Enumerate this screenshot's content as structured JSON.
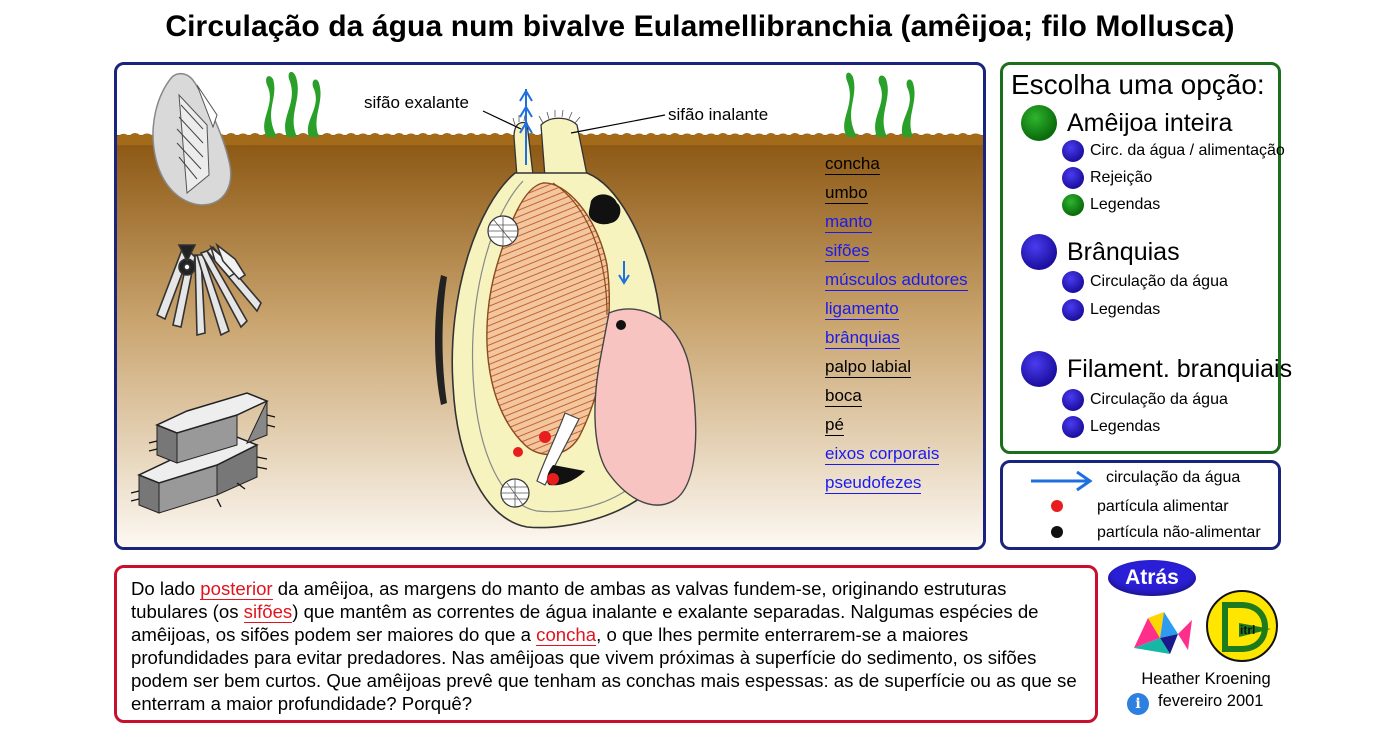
{
  "title": "Circulação da água num bivalve Eulamellibranchia (amêijoa; filo Mollusca)",
  "diagram": {
    "labels": {
      "exalant_siphon": "sifão exalante",
      "inhalant_siphon": "sifão inalante"
    },
    "structure_list": [
      {
        "label": "concha",
        "link": false
      },
      {
        "label": "umbo",
        "link": false
      },
      {
        "label": "manto",
        "link": true
      },
      {
        "label": "sifões",
        "link": true
      },
      {
        "label": "músculos adutores",
        "link": true
      },
      {
        "label": "ligamento",
        "link": true
      },
      {
        "label": "brânquias",
        "link": true
      },
      {
        "label": "palpo labial",
        "link": false
      },
      {
        "label": "boca",
        "link": false
      },
      {
        "label": "pé",
        "link": false
      },
      {
        "label": "eixos corporais",
        "link": true
      },
      {
        "label": "pseudofezes",
        "link": true
      }
    ],
    "colors": {
      "sediment": "#9a6215",
      "shell": "#f6f3bf",
      "foot": "#f7c4c2",
      "gill": "#f2c49c",
      "water_arrow": "#1e6fe0"
    }
  },
  "options": {
    "heading": "Escolha uma opção:",
    "groups": [
      {
        "label": "Amêijoa inteira",
        "color": "green",
        "items": [
          {
            "label": "Circ. da água / alimentação",
            "color": "blue"
          },
          {
            "label": "Rejeição",
            "color": "blue"
          },
          {
            "label": "Legendas",
            "color": "green"
          }
        ]
      },
      {
        "label": "Brânquias",
        "color": "blue",
        "items": [
          {
            "label": "Circulação da água",
            "color": "blue"
          },
          {
            "label": "Legendas",
            "color": "blue"
          }
        ]
      },
      {
        "label": "Filament. branquiais",
        "color": "blue",
        "items": [
          {
            "label": "Circulação da água",
            "color": "blue"
          },
          {
            "label": "Legendas",
            "color": "blue"
          }
        ]
      }
    ]
  },
  "key": {
    "water_flow": "circulação da água",
    "food_particle": "partícula alimentar",
    "non_food_particle": "partícula não-alimentar"
  },
  "text": {
    "p1": "Do lado ",
    "h1": "posterior",
    "p2": " da amêijoa, as margens do manto de ambas as valvas fundem-se, originando estruturas tubulares (os ",
    "h2": "sifões",
    "p3": ") que mantêm as correntes de água inalante e exalante separadas. Nalgumas espécies de amêijoas, os sifões podem ser maiores do que a ",
    "h3": "concha",
    "p4": ", o que lhes permite enterrarem-se a maiores profundidades para evitar predadores. Nas amêijoas que vivem próximas à superfície do sedimento, os sifões podem ser bem curtos. Que amêijoas prevê que tenham as conchas mais espessas: as de superfície ou as que se enterram a maior profundidade? Porquê?"
  },
  "back_button": "Atrás",
  "logos": {
    "ditrl_text": "itrl"
  },
  "credits": {
    "author": "Heather Kroening",
    "date": "fevereiro 2001"
  }
}
